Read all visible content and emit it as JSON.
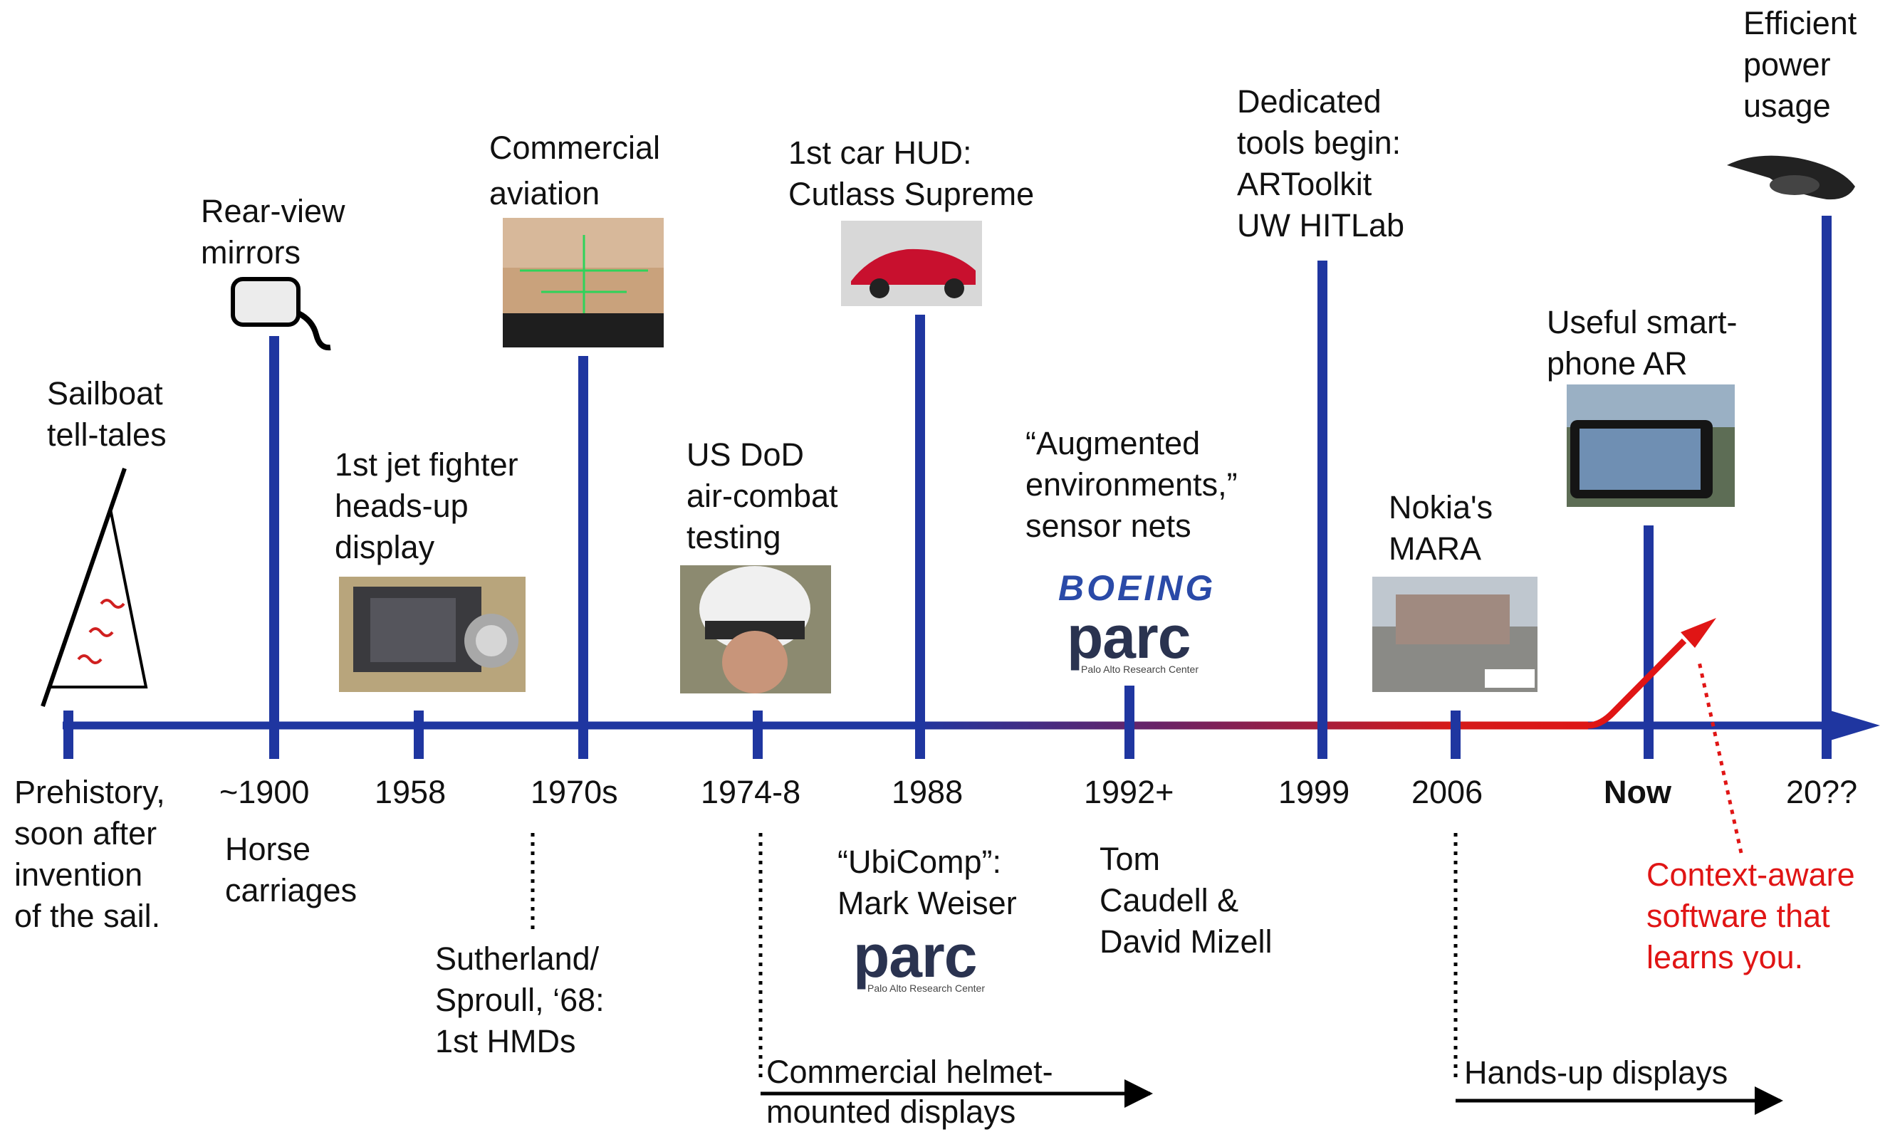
{
  "colors": {
    "axis": "#1f36a0",
    "context_aware": "#e01515",
    "text": "#111111"
  },
  "timeline": {
    "ticks": [
      {
        "label": "Prehistory,\nsoon after\ninvention\nof the sail."
      },
      {
        "label": "~1900"
      },
      {
        "label": "1958"
      },
      {
        "label": "1970s"
      },
      {
        "label": "1974-8"
      },
      {
        "label": "1988"
      },
      {
        "label": "1992+"
      },
      {
        "label": "1999"
      },
      {
        "label": "2006"
      },
      {
        "label": "Now"
      },
      {
        "label": "20??"
      }
    ]
  },
  "events_above": {
    "sailboat": "Sailboat\ntell-tales",
    "rear_view": "Rear-view\nmirrors",
    "jet_hud": "1st jet fighter\nheads-up\ndisplay",
    "commercial_aviation": "Commercial\naviation",
    "dod": "US DoD\nair-combat\ntesting",
    "car_hud": "1st car HUD:\nCutlass Supreme",
    "augmented": "“Augmented\nenvironments,”\nsensor nets",
    "dedicated_tools": "Dedicated\ntools begin:\nARToolkit\nUW HITLab",
    "nokia": "Nokia's\nMARA",
    "smartphone": "Useful smart-\nphone AR",
    "efficient": "Efficient\npower\nusage"
  },
  "events_below": {
    "horse": "Horse\ncarriages",
    "sutherland": "Sutherland/\nSproull, ‘68:\n1st HMDs",
    "ubicomp": "“UbiComp”:\nMark Weiser",
    "caudell": "Tom\nCaudell &\nDavid Mizell",
    "commercial_hmd": "Commercial helmet-\nmounted displays",
    "hands_up": "Hands-up displays",
    "context_aware": "Context-aware\nsoftware that\nlearns you."
  },
  "logos": {
    "boeing": "BOEING",
    "parc": "parc",
    "parc_sub": "Palo Alto Research Center"
  }
}
